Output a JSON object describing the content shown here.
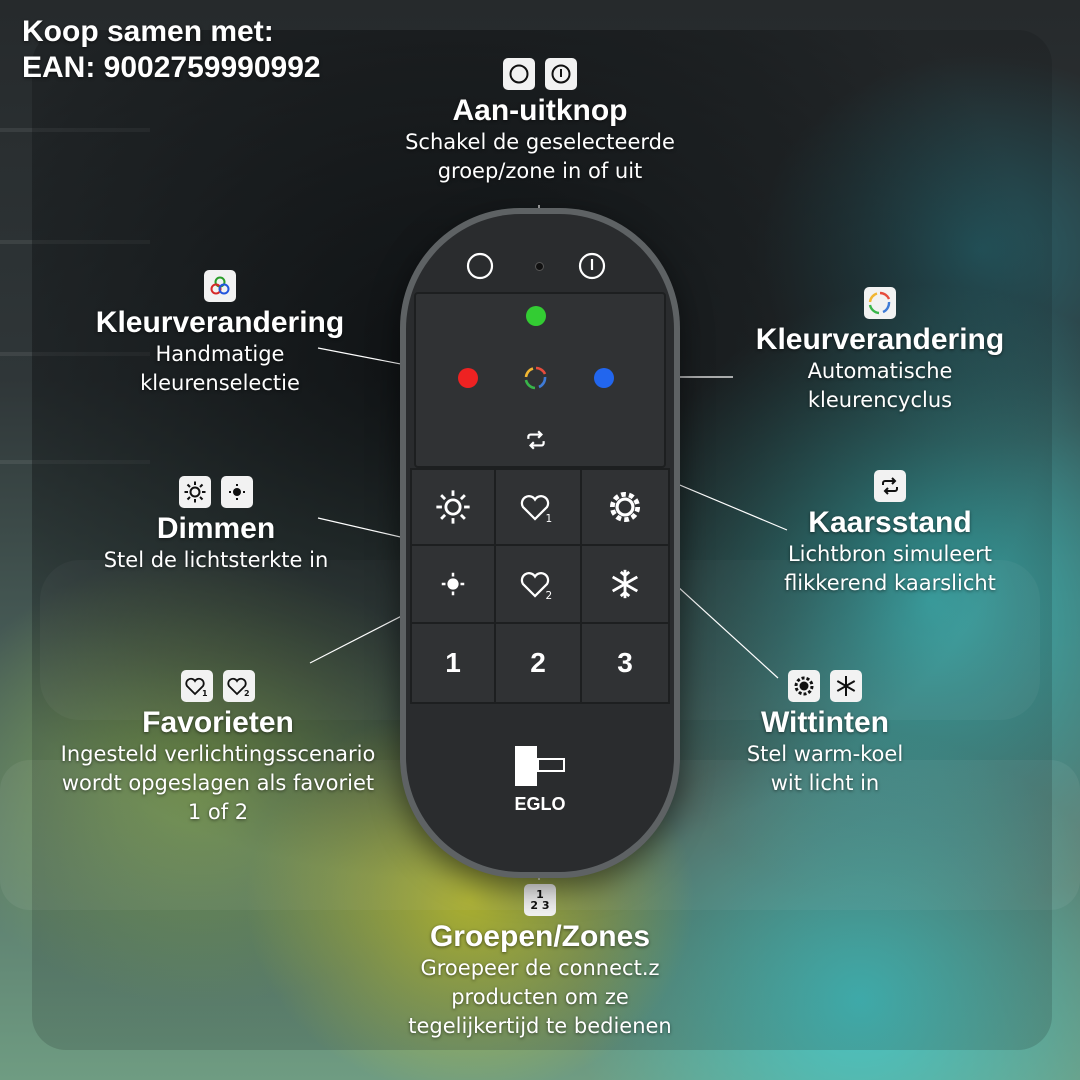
{
  "header": {
    "line1": "Koop samen met:",
    "line2": "EAN: 9002759990992"
  },
  "power": {
    "title": "Aan-uitknop",
    "desc1": "Schakel de geselecteerde",
    "desc2": "groep/zone in of uit",
    "icons": [
      "circle-off-icon",
      "power-icon"
    ]
  },
  "color_manual": {
    "title": "Kleurverandering",
    "desc1": "Handmatige",
    "desc2": "kleurenselectie",
    "icons": [
      "rgb-circles-icon"
    ]
  },
  "color_auto": {
    "title": "Kleurverandering",
    "desc1": "Automatische",
    "desc2": "kleurencyclus",
    "icons": [
      "color-cycle-icon"
    ]
  },
  "dimming": {
    "title": "Dimmen",
    "desc1": "Stel de lichtsterkte in",
    "icons": [
      "sun-bright-icon",
      "sun-dim-icon"
    ]
  },
  "candle": {
    "title": "Kaarsstand",
    "desc1": "Lichtbron simuleert",
    "desc2": "flikkerend kaarslicht",
    "icons": [
      "repeat-icon"
    ]
  },
  "favorites": {
    "title": "Favorieten",
    "desc1": "Ingesteld verlichtingsscenario",
    "desc2": "wordt opgeslagen als favoriet",
    "desc3": "1 of 2",
    "icons": [
      "heart-1-icon",
      "heart-2-icon"
    ],
    "sub1": "1",
    "sub2": "2"
  },
  "white": {
    "title": "Wittinten",
    "desc1": "Stel warm-koel",
    "desc2": "wit licht in",
    "icons": [
      "warm-gear-icon",
      "snowflake-icon"
    ]
  },
  "groups": {
    "title": "Groepen/Zones",
    "desc1": "Groepeer de connect.z",
    "desc2": "producten om ze",
    "desc3": "tegelijkertijd te bedienen",
    "icons": [
      "groups-123-icon"
    ],
    "badge_top": "1",
    "badge_bottom": "2 3"
  },
  "remote": {
    "brand": "EGLO",
    "group_labels": [
      "1",
      "2",
      "3"
    ],
    "heart_subs": [
      "1",
      "2"
    ],
    "colors": {
      "green": "#33cc33",
      "red": "#ee2222",
      "blue": "#2266ee",
      "body": "#2a2c2e",
      "rim": "#5e6264"
    }
  }
}
